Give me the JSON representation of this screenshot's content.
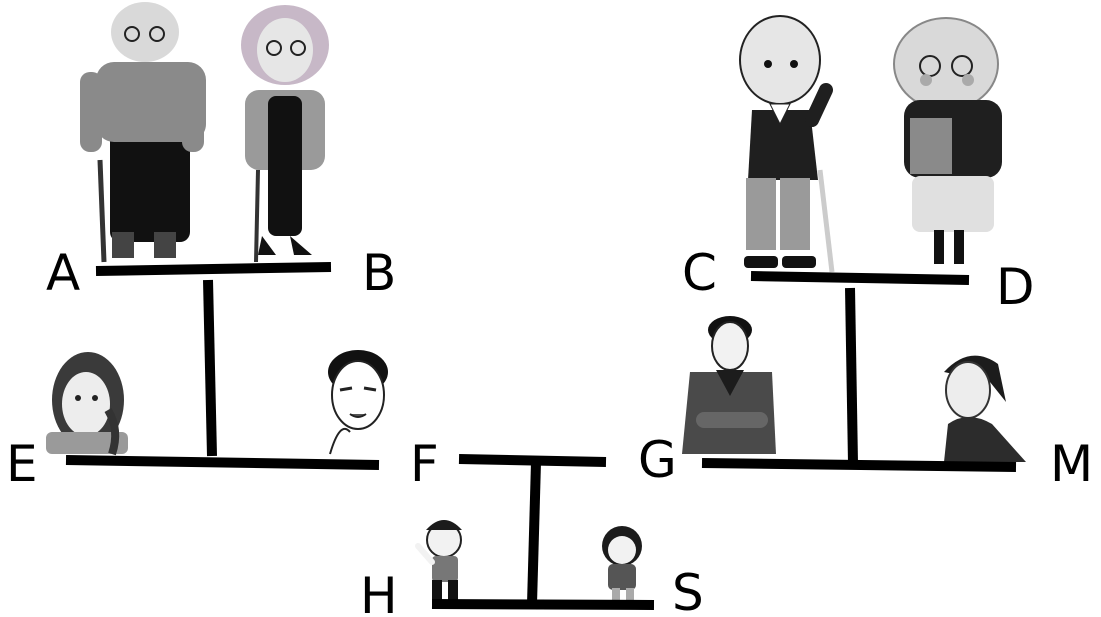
{
  "labels": {
    "A": "A",
    "B": "B",
    "C": "C",
    "D": "D",
    "E": "E",
    "F": "F",
    "G": "G",
    "M": "M",
    "H": "H",
    "S": "S"
  },
  "colors": {
    "line": "#000000",
    "dark": "#1c1c1c",
    "mid": "#7a7a7a",
    "light": "#cfcfcf",
    "skin": "#f2f2f2"
  }
}
